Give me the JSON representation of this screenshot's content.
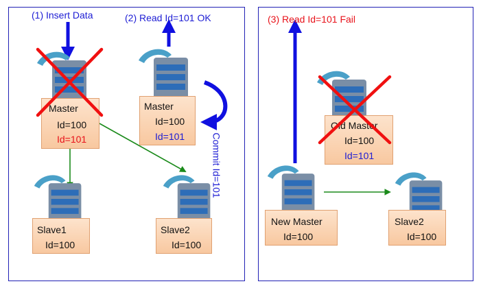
{
  "left": {
    "step1": "(1) Insert Data",
    "step2": "(2) Read Id=101 OK",
    "commit": "Commit Id=101",
    "master1": {
      "title": "Master",
      "row1": "Id=100",
      "row2": "Id=101"
    },
    "master2": {
      "title": "Master",
      "row1": "Id=100",
      "row2": "Id=101"
    },
    "slave1": {
      "title": "Slave1",
      "row1": "Id=100"
    },
    "slave2": {
      "title": "Slave2",
      "row1": "Id=100"
    }
  },
  "right": {
    "step3": "(3) Read Id=101  Fail",
    "old_master": {
      "title": "Old Master",
      "row1": "Id=100",
      "row2": "Id=101"
    },
    "new_master": {
      "title": "New Master",
      "row1": "Id=100"
    },
    "slave2": {
      "title": "Slave2",
      "row1": "Id=100"
    }
  },
  "colors": {
    "blue_text": "#1c1cd4",
    "red_text": "#e8121a",
    "arrow_blue": "#1010e0",
    "arrow_green": "#1a8a1a",
    "cross_red": "#f01010",
    "panel_border": "#1f1fb4"
  }
}
